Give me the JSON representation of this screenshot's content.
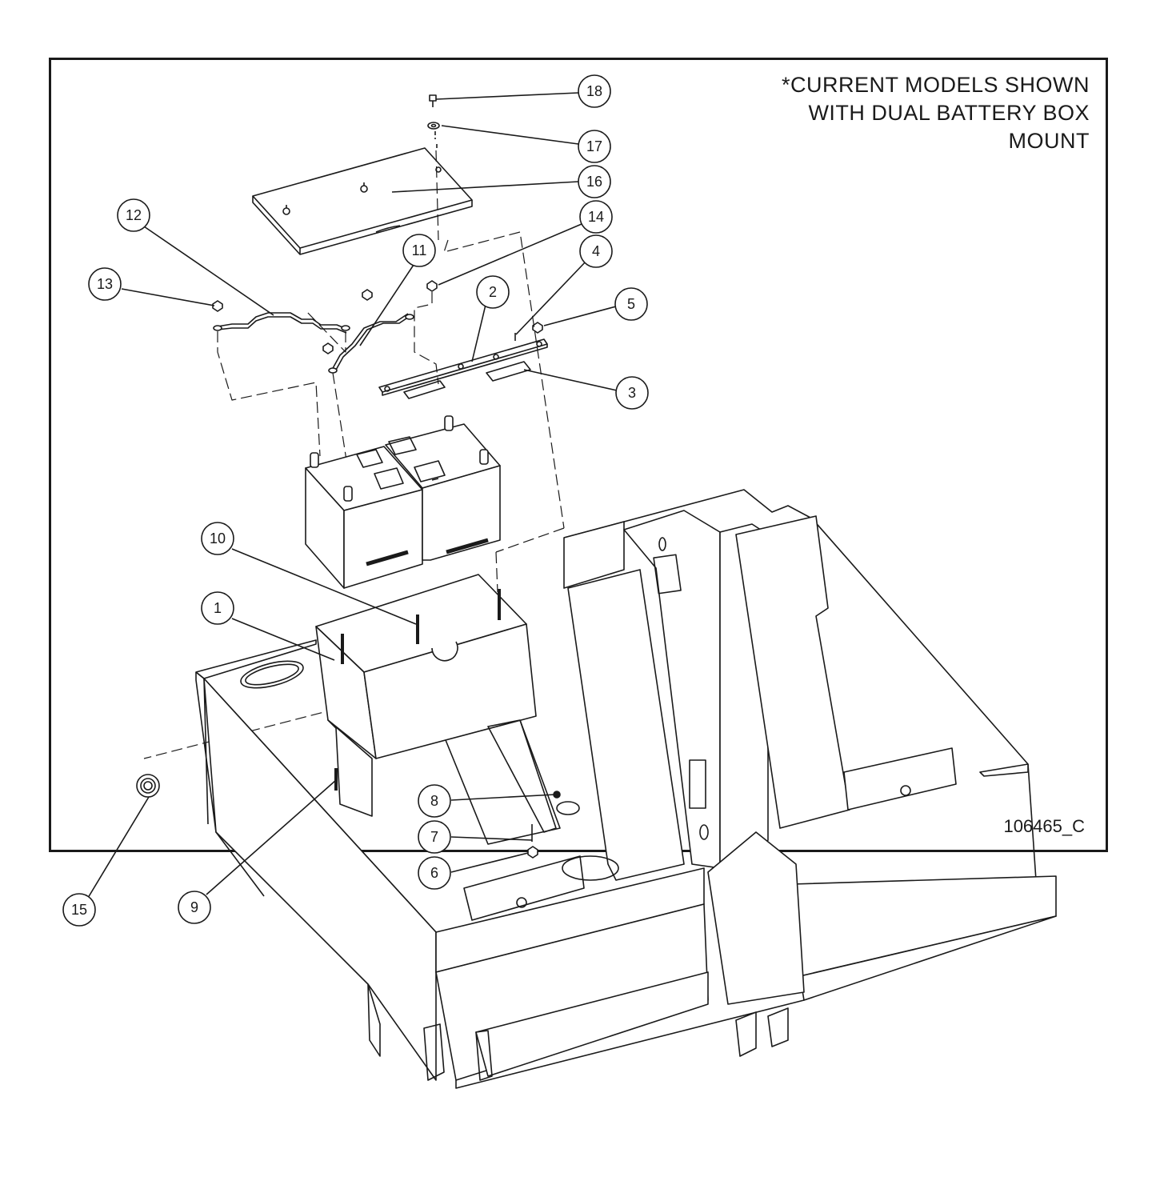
{
  "note": {
    "lines": [
      "*CURRENT MODELS SHOWN",
      "WITH  DUAL  BATTERY  BOX",
      "MOUNT"
    ]
  },
  "drawing_number": "106465_C",
  "callouts": [
    {
      "label": "18"
    },
    {
      "label": "17"
    },
    {
      "label": "16"
    },
    {
      "label": "14"
    },
    {
      "label": "4"
    },
    {
      "label": "5"
    },
    {
      "label": "2"
    },
    {
      "label": "3"
    },
    {
      "label": "12"
    },
    {
      "label": "13"
    },
    {
      "label": "11"
    },
    {
      "label": "10"
    },
    {
      "label": "1"
    },
    {
      "label": "8"
    },
    {
      "label": "7"
    },
    {
      "label": "6"
    },
    {
      "label": "9"
    },
    {
      "label": "15"
    }
  ],
  "colors": {
    "line": "#1a1a1a",
    "paper": "#ffffff"
  }
}
